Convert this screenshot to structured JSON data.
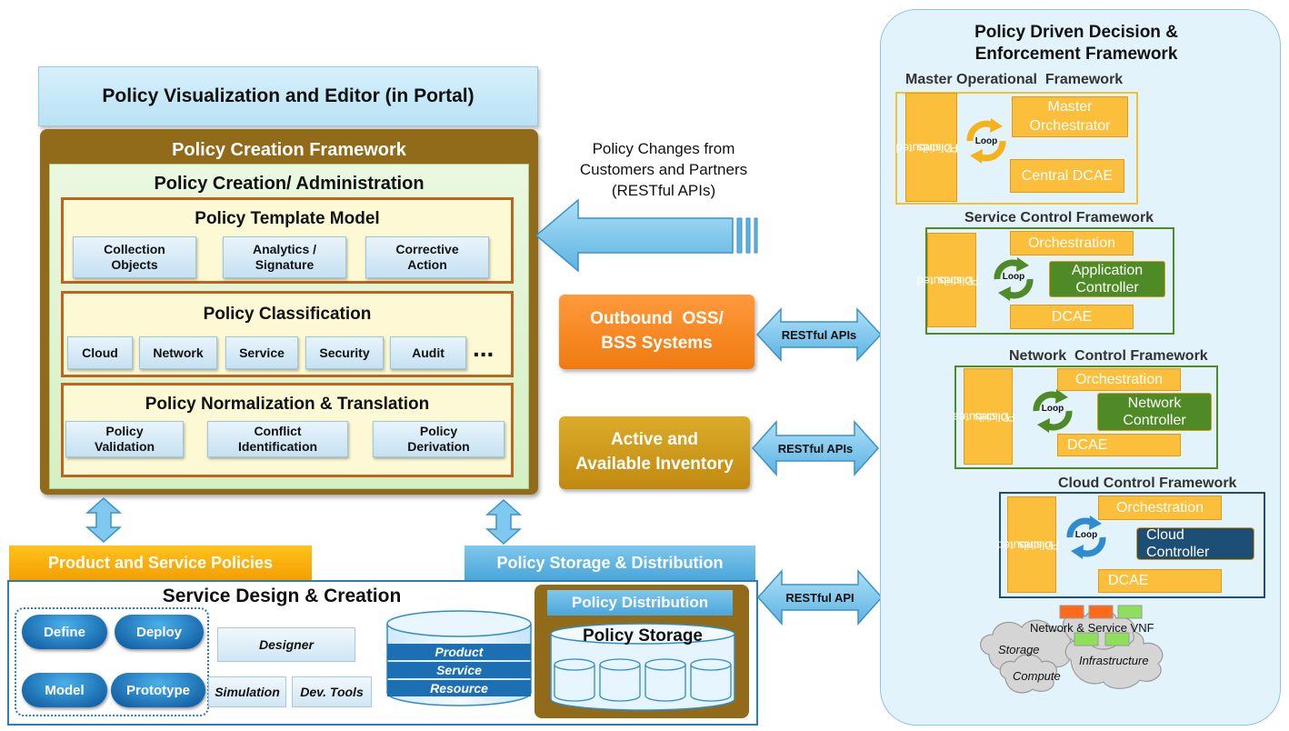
{
  "editor": {
    "title": "Policy Visualization and Editor (in Portal)"
  },
  "creation_framework": {
    "title": "Policy Creation Framework",
    "admin_title": "Policy Creation/ Administration",
    "template_model": {
      "title": "Policy Template Model",
      "items": [
        {
          "line1": "Collection",
          "line2": "Objects"
        },
        {
          "line1": "Analytics /",
          "line2": "Signature"
        },
        {
          "line1": "Corrective",
          "line2": "Action"
        }
      ]
    },
    "classification": {
      "title": "Policy Classification",
      "items": [
        "Cloud",
        "Network",
        "Service",
        "Security",
        "Audit"
      ],
      "more": "..."
    },
    "normalization": {
      "title": "Policy Normalization & Translation",
      "items": [
        {
          "line1": "Policy",
          "line2": "Validation"
        },
        {
          "line1": "Conflict",
          "line2": "Identification"
        },
        {
          "line1": "Policy",
          "line2": "Derivation"
        }
      ]
    }
  },
  "product_policies": "Product and Service Policies",
  "storage_distribution": "Policy Storage & Distribution",
  "service_design": {
    "title": "Service Design & Creation",
    "pills": [
      "Define",
      "Deploy",
      "Model",
      "Prototype"
    ],
    "designer": "Designer",
    "simulation": "Simulation",
    "dev_tools": "Dev. Tools",
    "db_rows": [
      "Product",
      "Service",
      "Resource"
    ],
    "policy_distribution": "Policy Distribution",
    "policy_storage": "Policy Storage"
  },
  "changes": {
    "line1": "Policy Changes from",
    "line2": "Customers and Partners",
    "line3": "(RESTful APIs)"
  },
  "oss": {
    "line1": "Outbound  OSS/",
    "line2": "BSS Systems"
  },
  "inventory": {
    "line1": "Active and",
    "line2": "Available Inventory"
  },
  "apis": {
    "a1": "RESTful APIs",
    "a2": "RESTful APIs",
    "a3": "RESTful API"
  },
  "decision": {
    "title_line1": "Policy Driven Decision &",
    "title_line2": "Enforcement Framework",
    "loop": "Loop",
    "master": {
      "title": "Master Operational  Framework",
      "dp1": "Distributed",
      "dp2": "Policies",
      "orch1": "Master",
      "orch2": "Orchestrator",
      "dcae": "Central DCAE"
    },
    "service": {
      "title": "Service Control Framework",
      "dp1": "Distributed",
      "dp2": "Policies",
      "orch": "Orchestration",
      "ctl1": "Application",
      "ctl2": "Controller",
      "dcae": "DCAE"
    },
    "network": {
      "title": "Network  Control Framework",
      "dp1": "Distributes",
      "dp2": "Policies",
      "orch": "Orchestration",
      "ctl1": "Network",
      "ctl2": "Controller",
      "dcae": "DCAE"
    },
    "cloud": {
      "title": "Cloud Control Framework",
      "dp1": "Distributed",
      "dp2": "Policies",
      "orch": "Orchestration",
      "ctl1": "Cloud",
      "ctl2": "Controller",
      "dcae": "DCAE"
    },
    "infra": {
      "vnf": "Network & Service VNF",
      "storage": "Storage",
      "compute": "Compute",
      "infrastructure": "Infrastructure"
    }
  },
  "colors": {
    "brown": "#916a1a",
    "orange": "#f3a000",
    "blue": "#4aa6da",
    "green": "#4e8a25",
    "navy": "#1d4e76"
  }
}
